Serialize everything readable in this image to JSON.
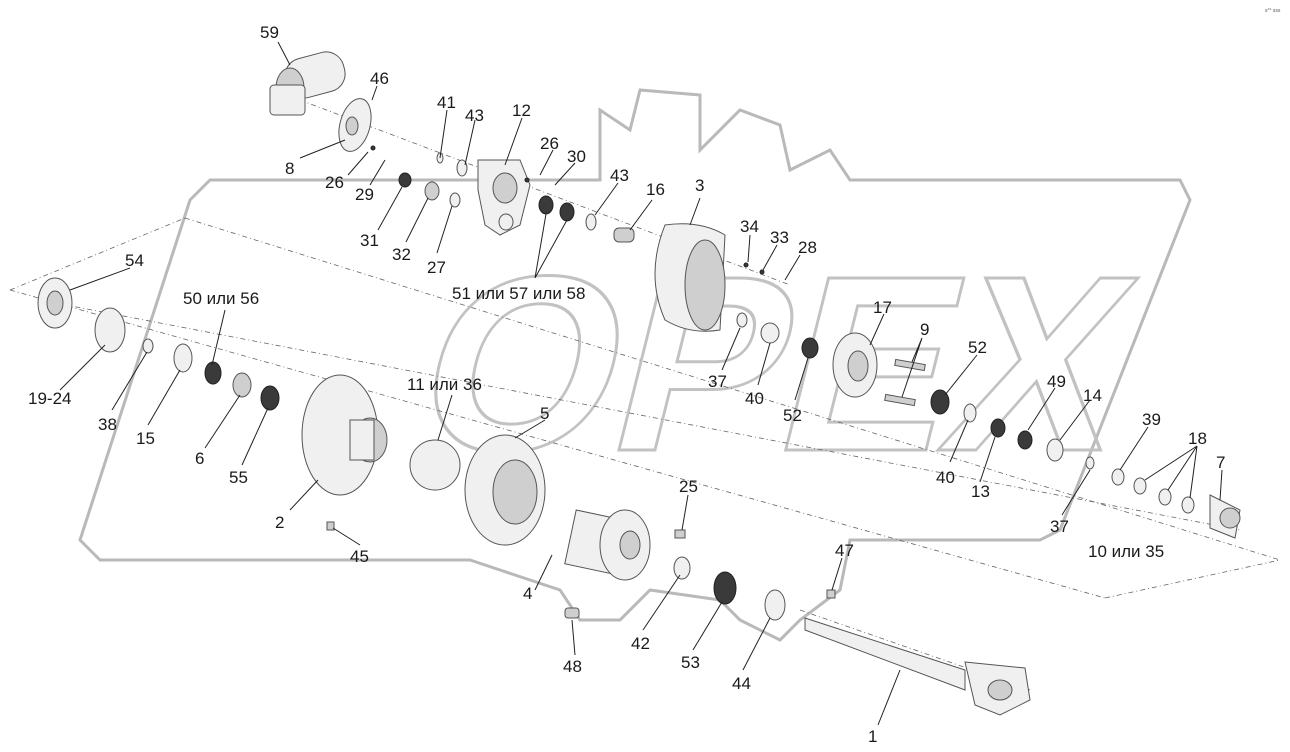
{
  "watermark": {
    "text": "OPEX"
  },
  "corner_note": "s°° sss",
  "callouts": {
    "c59": "59",
    "c46": "46",
    "c41": "41",
    "c43a": "43",
    "c12": "12",
    "c8": "8",
    "c26a": "26",
    "c30": "30",
    "c26b": "26",
    "c29": "29",
    "c43b": "43",
    "c16": "16",
    "c3": "3",
    "c31": "31",
    "c32": "32",
    "c27": "27",
    "c34": "34",
    "c33": "33",
    "c28": "28",
    "c51": "51 или 57 или 58",
    "c54": "54",
    "c50": "50 или 56",
    "c17": "17",
    "c9": "9",
    "c52a": "52",
    "c19": "19-24",
    "c38": "38",
    "c15": "15",
    "c6": "6",
    "c55": "55",
    "c11": "11 или 36",
    "c5": "5",
    "c37a": "37",
    "c40a": "40",
    "c52b": "52",
    "c49": "49",
    "c14": "14",
    "c40b": "40",
    "c13": "13",
    "c39": "39",
    "c18": "18",
    "c7": "7",
    "c2": "2",
    "c45": "45",
    "c25": "25",
    "c37b": "37",
    "c10": "10 или 35",
    "c47": "47",
    "c4": "4",
    "c42": "42",
    "c53": "53",
    "c44": "44",
    "c48": "48",
    "c1": "1"
  }
}
